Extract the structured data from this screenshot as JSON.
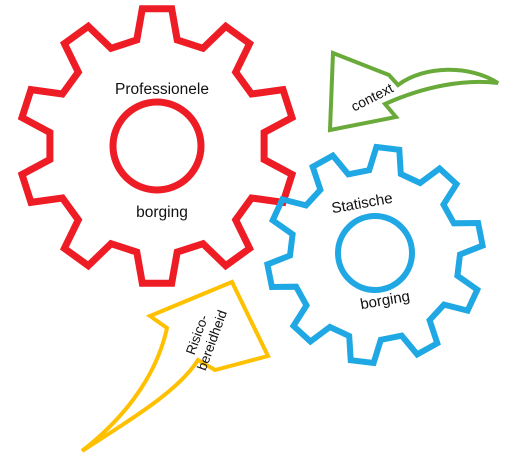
{
  "diagram": {
    "gears": [
      {
        "id": "professionele",
        "label_top": "Professionele",
        "label_bottom": "borging",
        "color": "#ee1c25"
      },
      {
        "id": "statische",
        "label_top": "Statische",
        "label_bottom": "borging",
        "color": "#1fa8e4"
      }
    ],
    "arrows": [
      {
        "id": "context",
        "label": "context",
        "color": "#6aaa3a"
      },
      {
        "id": "risico",
        "label_line1": "Risico-",
        "label_line2": "bereidheid",
        "color": "#ffc000"
      }
    ]
  }
}
